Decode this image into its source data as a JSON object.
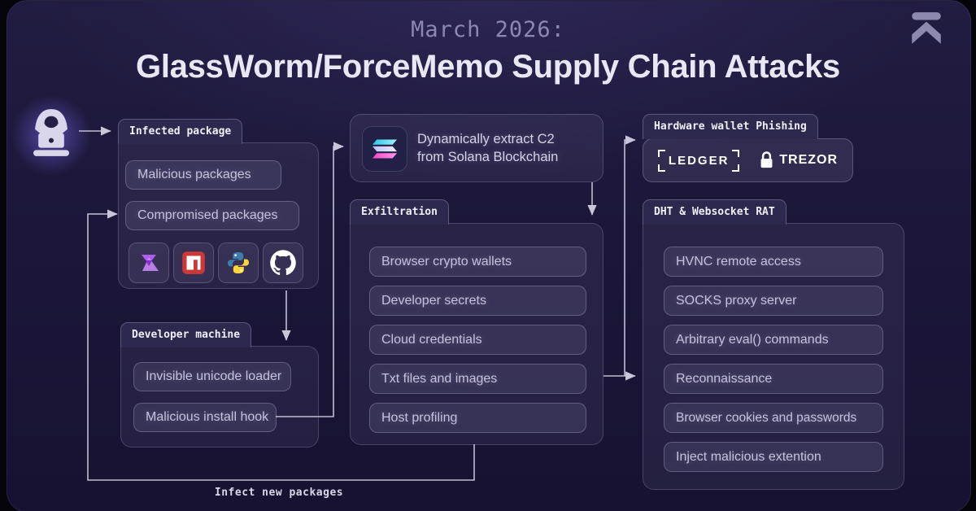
{
  "header": {
    "kicker": "March 2026:",
    "title": "GlassWorm/ForceMemo Supply Chain Attacks"
  },
  "groups": {
    "infected_package": {
      "tab": "Infected package",
      "items": [
        "Malicious packages",
        "Compromised packages"
      ],
      "icon_names": [
        "openvsx-icon",
        "npm-icon",
        "python-icon",
        "github-icon"
      ]
    },
    "developer_machine": {
      "tab": "Developer machine",
      "items": [
        "Invisible unicode loader",
        "Malicious install hook"
      ]
    },
    "solana_c2": {
      "line1": "Dynamically extract C2",
      "line2": "from Solana Blockchain"
    },
    "exfiltration": {
      "tab": "Exfiltration",
      "items": [
        "Browser crypto wallets",
        "Developer secrets",
        "Cloud credentials",
        "Txt files and images",
        "Host profiling"
      ]
    },
    "hardware_wallet_phishing": {
      "tab": "Hardware wallet Phishing",
      "ledger": "LEDGER",
      "trezor": "TREZOR"
    },
    "dht_websocket_rat": {
      "tab": "DHT & Websocket RAT",
      "items": [
        "HVNC remote access",
        "SOCKS proxy server",
        "Arbitrary eval() commands",
        "Reconnaissance",
        "Browser cookies and passwords",
        "Inject malicious extention"
      ]
    }
  },
  "loop_label": "Infect new packages",
  "colors": {
    "background": "#1c1739",
    "line": "#d4d1e4",
    "glow_purple": "#8270ff",
    "npm_red": "#cb3837",
    "python_blue": "#3b6e9c",
    "python_yellow": "#ffd43b",
    "openvsx_purple": "#b05cf0",
    "solana_cyan": "#53dff0",
    "solana_magenta": "#f556cf",
    "title_text": "#e9e7f4",
    "kicker_text": "#8c88b2"
  }
}
